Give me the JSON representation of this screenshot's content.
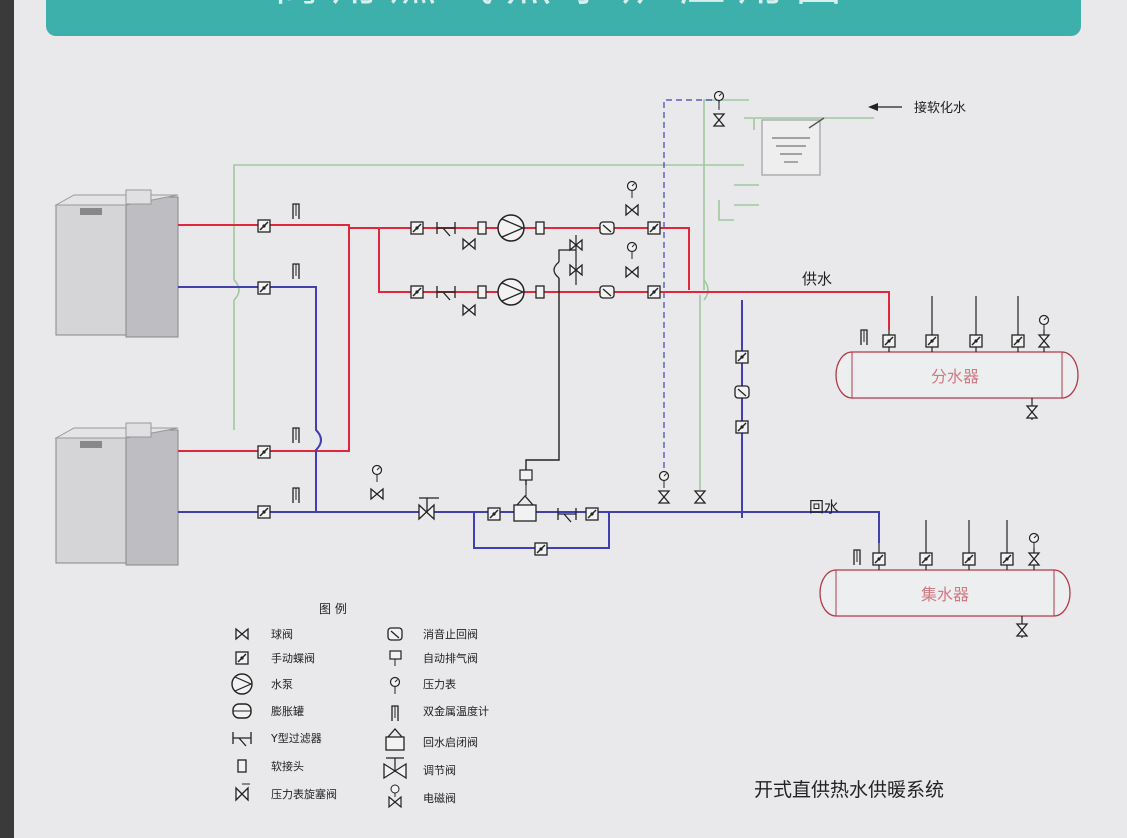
{
  "banner": {
    "title": "商用燃气热水炉应用图"
  },
  "labels": {
    "soft_water": "接软化水",
    "supply": "供水",
    "return": "回水",
    "distributor": "分水器",
    "collector": "集水器",
    "system_title": "开式直供热水供暖系统"
  },
  "legend": {
    "title": "图  例",
    "items": [
      {
        "icon": "ball-valve-icon",
        "label": "球阀"
      },
      {
        "icon": "butterfly-valve-icon",
        "label": "手动蝶阀"
      },
      {
        "icon": "pump-icon",
        "label": "水泵"
      },
      {
        "icon": "expansion-tank-icon",
        "label": "膨胀罐"
      },
      {
        "icon": "y-strainer-icon",
        "label": "Y型过滤器"
      },
      {
        "icon": "soft-joint-icon",
        "label": "软接头"
      },
      {
        "icon": "gauge-cock-icon",
        "label": "压力表旋塞阀"
      },
      {
        "icon": "silent-check-valve-icon",
        "label": "消音止回阀"
      },
      {
        "icon": "air-vent-icon",
        "label": "自动排气阀"
      },
      {
        "icon": "pressure-gauge-icon",
        "label": "压力表"
      },
      {
        "icon": "thermometer-icon",
        "label": "双金属温度计"
      },
      {
        "icon": "return-valve-icon",
        "label": "回水启闭阀"
      },
      {
        "icon": "regulating-valve-icon",
        "label": "调节阀"
      },
      {
        "icon": "solenoid-valve-icon",
        "label": "电磁阀"
      }
    ]
  },
  "colors": {
    "supply": "#e0283c",
    "return": "#4040b0",
    "soft_water": "#9fc89f",
    "accent": "#3eb0ac"
  }
}
